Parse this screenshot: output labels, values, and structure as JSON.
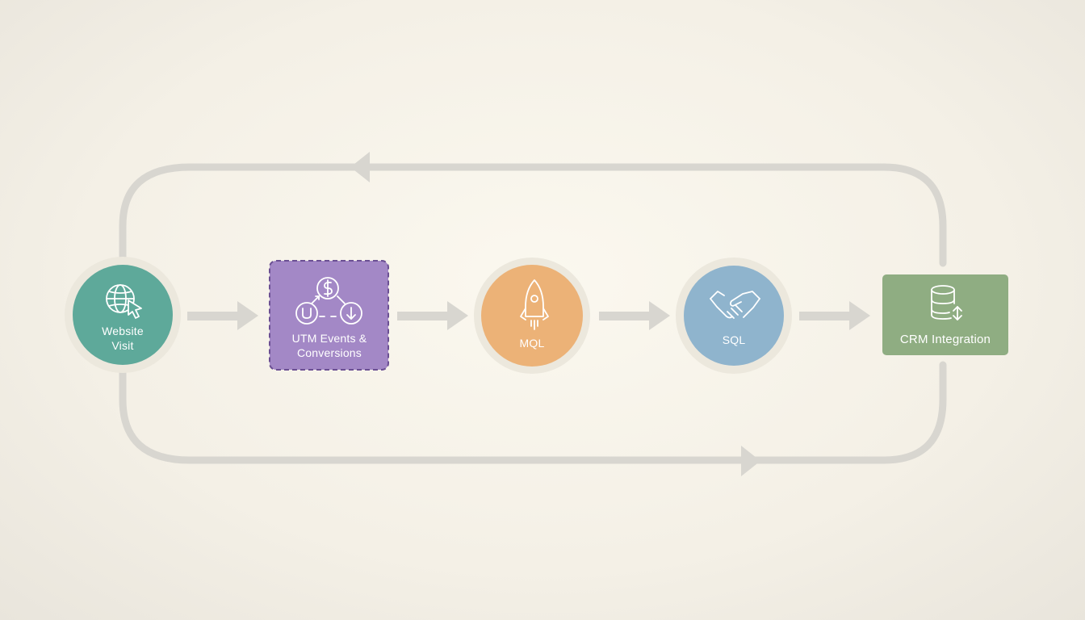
{
  "nodes": [
    {
      "id": "website-visit",
      "label_line1": "Website",
      "label_line2": "Visit",
      "icon": "globe-cursor-icon",
      "color": "#5ea99a"
    },
    {
      "id": "utm-events",
      "label_line1": "UTM Events &",
      "label_line2": "Conversions",
      "icon": "conversion-flow-icon",
      "color": "#a388c6",
      "border_color": "#6b4f93"
    },
    {
      "id": "mql",
      "label": "MQL",
      "icon": "rocket-icon",
      "color": "#ecb277"
    },
    {
      "id": "sql",
      "label": "SQL",
      "icon": "handshake-icon",
      "color": "#8fb4cd"
    },
    {
      "id": "crm",
      "label": "CRM Integration",
      "icon": "database-icon",
      "color": "#8fad82"
    }
  ],
  "edges": [
    {
      "from": "website-visit",
      "to": "utm-events"
    },
    {
      "from": "utm-events",
      "to": "mql"
    },
    {
      "from": "mql",
      "to": "sql"
    },
    {
      "from": "sql",
      "to": "crm"
    },
    {
      "from": "crm",
      "to": "website-visit",
      "route": "top-loop"
    },
    {
      "from": "website-visit",
      "to": "crm",
      "route": "bottom-loop"
    }
  ],
  "colors": {
    "connector": "#d8d6d0",
    "halo": "#ece8dd",
    "background": "#f7f4ec"
  }
}
